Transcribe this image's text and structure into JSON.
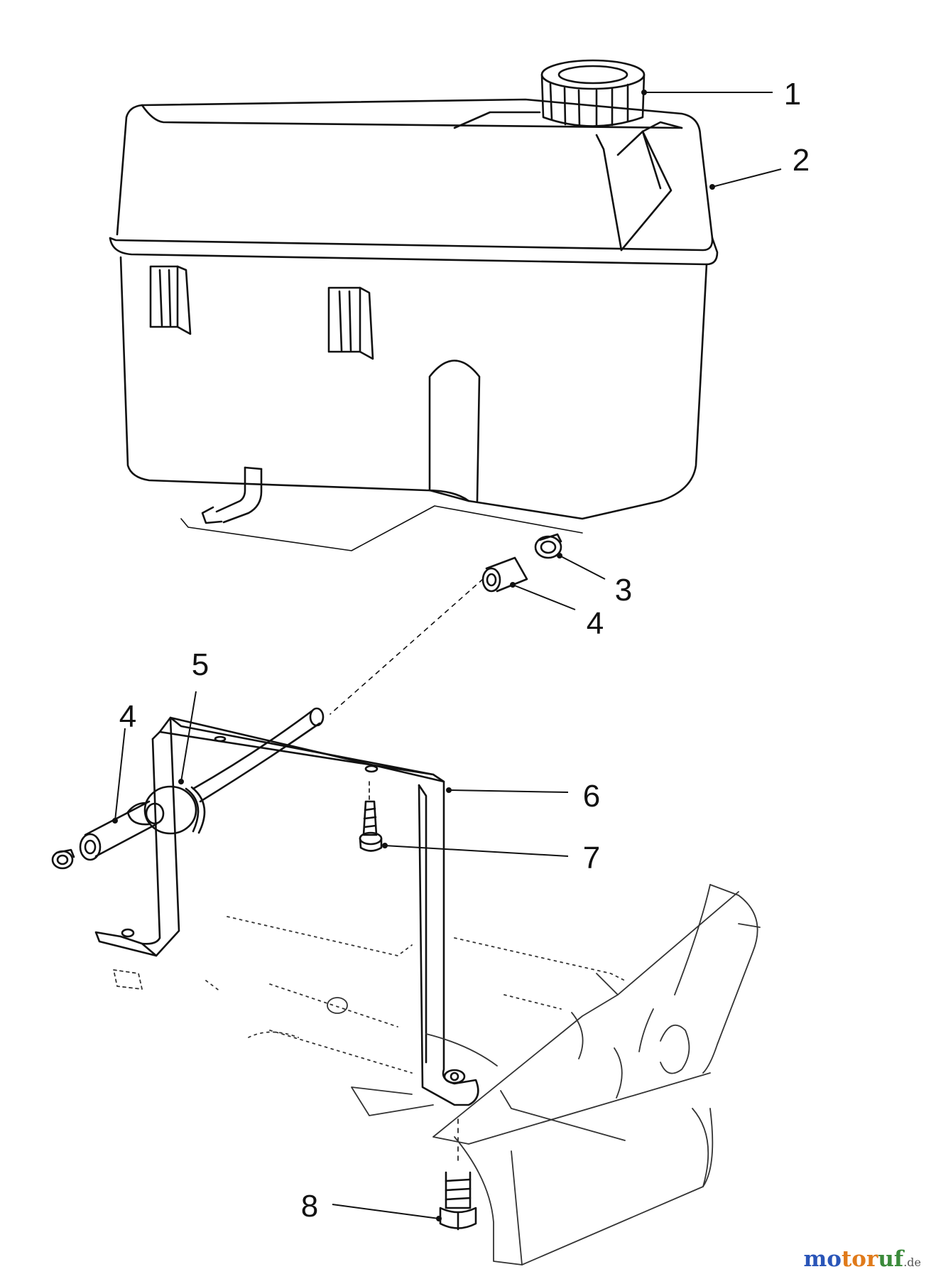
{
  "callouts": [
    {
      "id": "1",
      "label": "1"
    },
    {
      "id": "2",
      "label": "2"
    },
    {
      "id": "3",
      "label": "3"
    },
    {
      "id": "4a",
      "label": "4"
    },
    {
      "id": "5",
      "label": "5"
    },
    {
      "id": "4b",
      "label": "4"
    },
    {
      "id": "6",
      "label": "6"
    },
    {
      "id": "7",
      "label": "7"
    },
    {
      "id": "8",
      "label": "8"
    }
  ],
  "watermark": {
    "pre": "mo",
    "tor": "tor",
    "uf": "uf",
    "tld": ".de",
    "colors": {
      "mo": "#2a55b8",
      "tor": "#e07a1a",
      "uf": "#3a8a3a",
      "tld": "#555555"
    }
  }
}
